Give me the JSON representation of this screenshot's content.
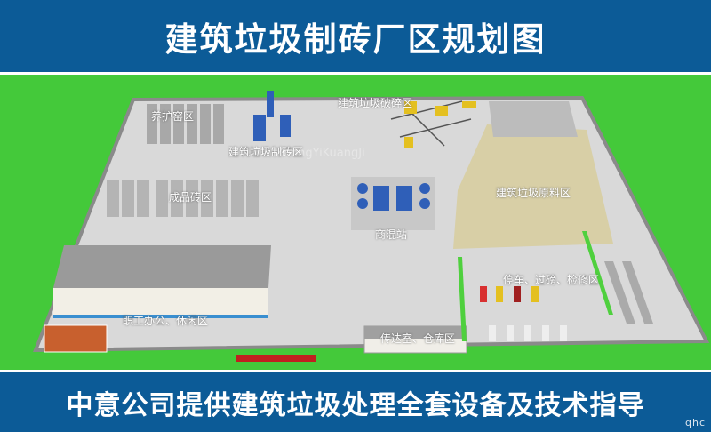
{
  "header": {
    "title": "建筑垃圾制砖厂区规划图"
  },
  "footer": {
    "slogan": "中意公司提供建筑垃圾处理全套设备及技术指导",
    "signature": "qhc"
  },
  "zones": {
    "curing": "养护窑区",
    "brick_making": "建筑垃圾制砖区",
    "crushing": "建筑垃圾破碎区",
    "finished_bricks": "成品砖区",
    "concrete_station": "商混站",
    "raw_material": "建筑垃圾原料区",
    "office": "职工办公、休闲区",
    "gatehouse": "传达室、仓库区",
    "parking": "停车、过磅、检修区"
  },
  "watermark": {
    "brand": "ZhongYiKuangJi"
  },
  "colors": {
    "banner": "#0c5b97",
    "grass": "#44c93a",
    "ground": "#d9d9d9"
  }
}
